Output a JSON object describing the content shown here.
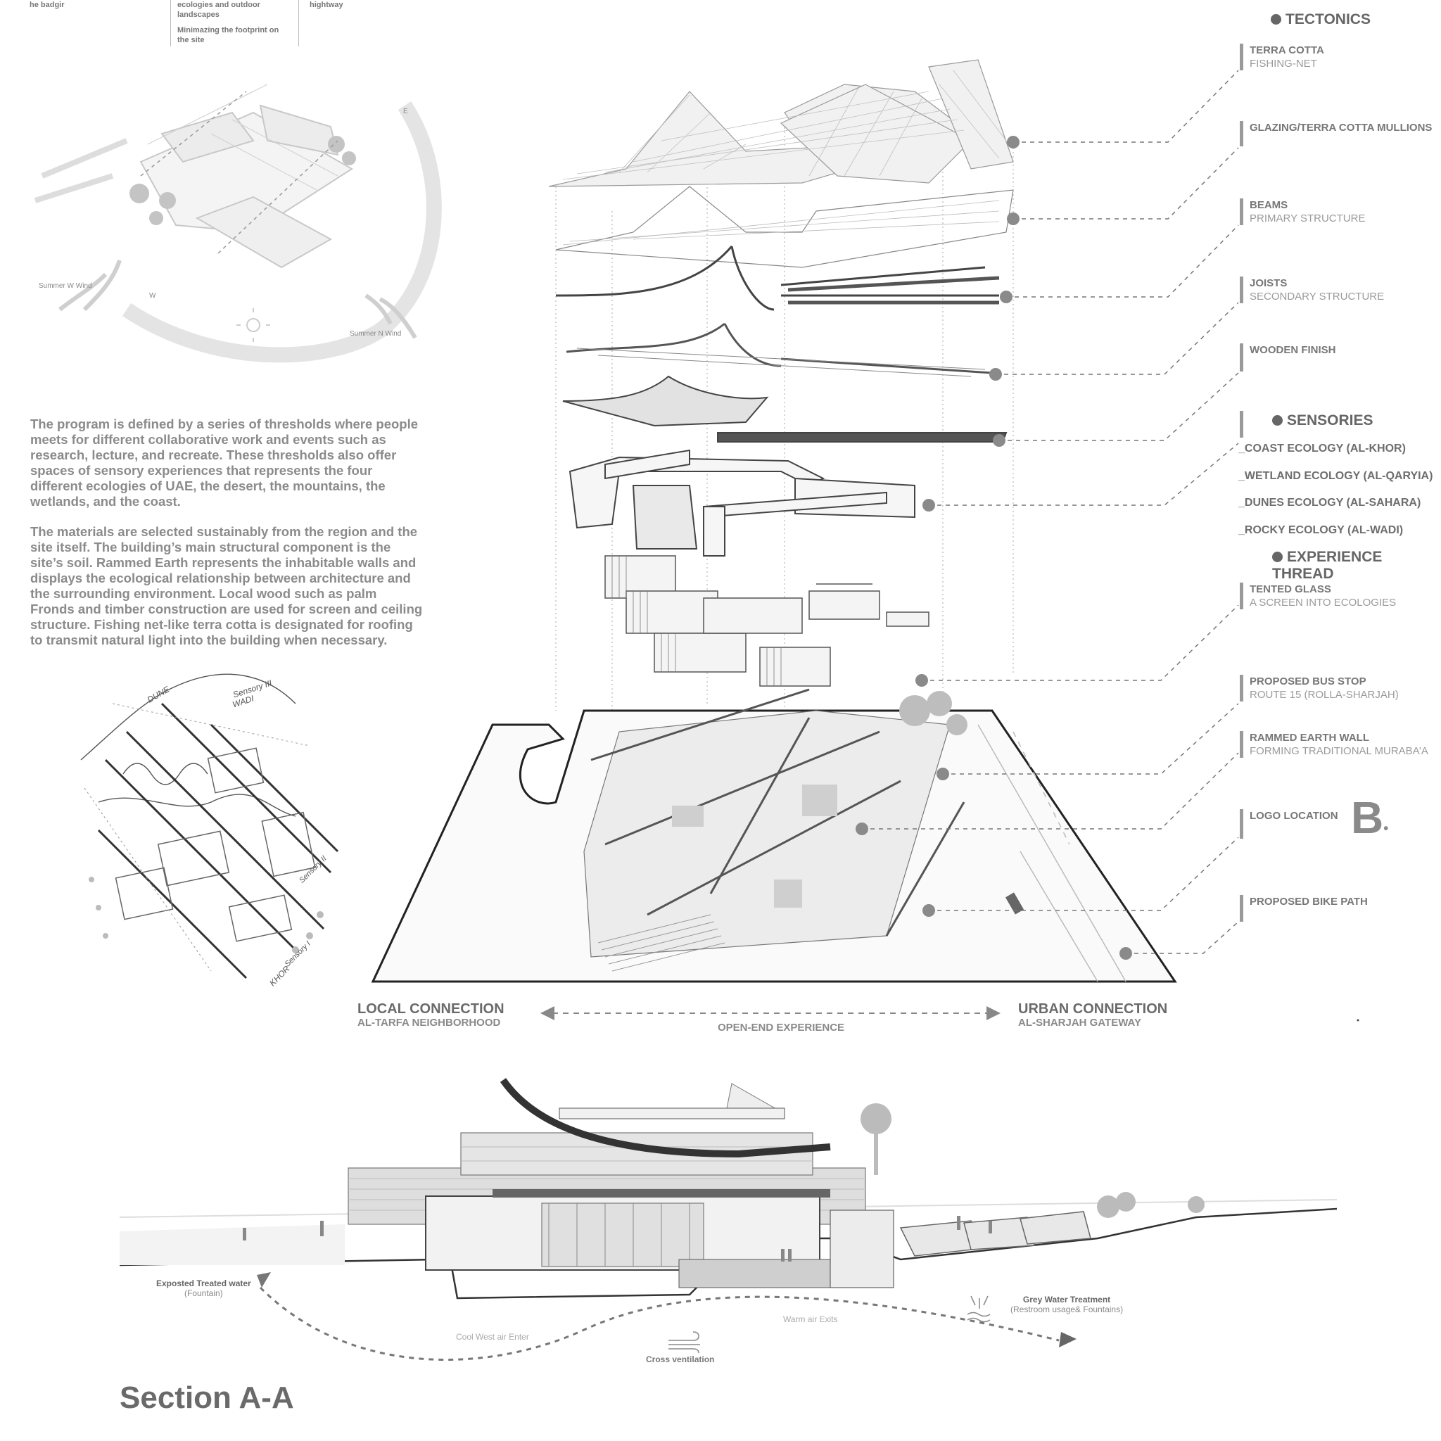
{
  "top_fragments": {
    "col1": "he badgir",
    "col2_line1": "ecologies and outdoor",
    "col2_line2": "landscapes",
    "col2_line3": "Minimazing the footprint on",
    "col2_line4": " the site",
    "col3": "hightway"
  },
  "wind_diagram": {
    "label_e": "E",
    "label_w": "W",
    "summer_w": "Summer W Wind",
    "summer_n": "Summer N Wind"
  },
  "description": {
    "para1": "The program is defined by a series of thresholds where people meets for different collaborative work and events such as research, lecture, and recreate. These thresholds also offer spaces of sensory experiences that represents the four different ecologies of UAE, the desert, the mountains, the wetlands, and the coast.",
    "para2": "The materials are selected sustainably from the region and the site itself. The building’s main structural component is the site’s soil. Rammed Earth represents the inhabitable walls and displays the ecological relationship between architecture and the surrounding environment. Local wood such as palm Fronds and timber construction are used for screen and ceiling structure. Fishing net-like terra cotta is designated for roofing to transmit natural light into the building when necessary."
  },
  "sketch_labels": {
    "sensory_iii": "Sensory III",
    "wadi": "WADI",
    "dune": "DUNE",
    "sensory_ii": "Sensory II",
    "khor": "KHOR",
    "sensory_i": "Sensory I"
  },
  "legend": {
    "tectonics_heading": "TECTONICS",
    "items": [
      {
        "l1": "TERRA COTTA",
        "l2": "FISHING-NET"
      },
      {
        "l1": "GLAZING/TERRA COTTA MULLIONS",
        "l2": ""
      },
      {
        "l1": "BEAMS",
        "l2": "PRIMARY STRUCTURE"
      },
      {
        "l1": "JOISTS",
        "l2": "SECONDARY STRUCTURE"
      },
      {
        "l1": "WOODEN FINISH",
        "l2": ""
      }
    ],
    "sensories_heading": "SENSORIES",
    "ecologies": [
      "_COAST ECOLOGY (AL-KHOR)",
      "_WETLAND ECOLOGY (AL-QARYIA)",
      "_DUNES ECOLOGY (AL-SAHARA)",
      "_ROCKY ECOLOGY (AL-WADI)"
    ],
    "experience_heading": "EXPERIENCE THREAD",
    "exp_items": [
      {
        "l1": "TENTED GLASS",
        "l2": "A SCREEN INTO ECOLOGIES"
      },
      {
        "l1": "PROPOSED BUS STOP",
        "l2": "ROUTE 15 (ROLLA-SHARJAH)"
      },
      {
        "l1": "RAMMED EARTH WALL",
        "l2": "FORMING TRADITIONAL MURABA’A"
      },
      {
        "l1": "LOGO LOCATION",
        "l2": ""
      },
      {
        "l1": "PROPOSED BIKE PATH",
        "l2": ""
      }
    ],
    "logo_letter": "B"
  },
  "connections": {
    "local_title": "LOCAL CONNECTION",
    "local_sub": "AL-TARFA NEIGHBORHOOD",
    "middle": "OPEN-END EXPERIENCE",
    "urban_title": "URBAN CONNECTION",
    "urban_sub": "AL-SHARJAH GATEWAY"
  },
  "section": {
    "title": "Section A-A",
    "water_title": "Exposted Treated water",
    "water_sub": "(Fountain)",
    "cool_air": "Cool West air Enter",
    "warm_air": "Warm air Exits",
    "cross_vent": "Cross ventilation",
    "grey_title": "Grey Water Treatment",
    "grey_sub": "(Restroom usage& Fountains)"
  }
}
